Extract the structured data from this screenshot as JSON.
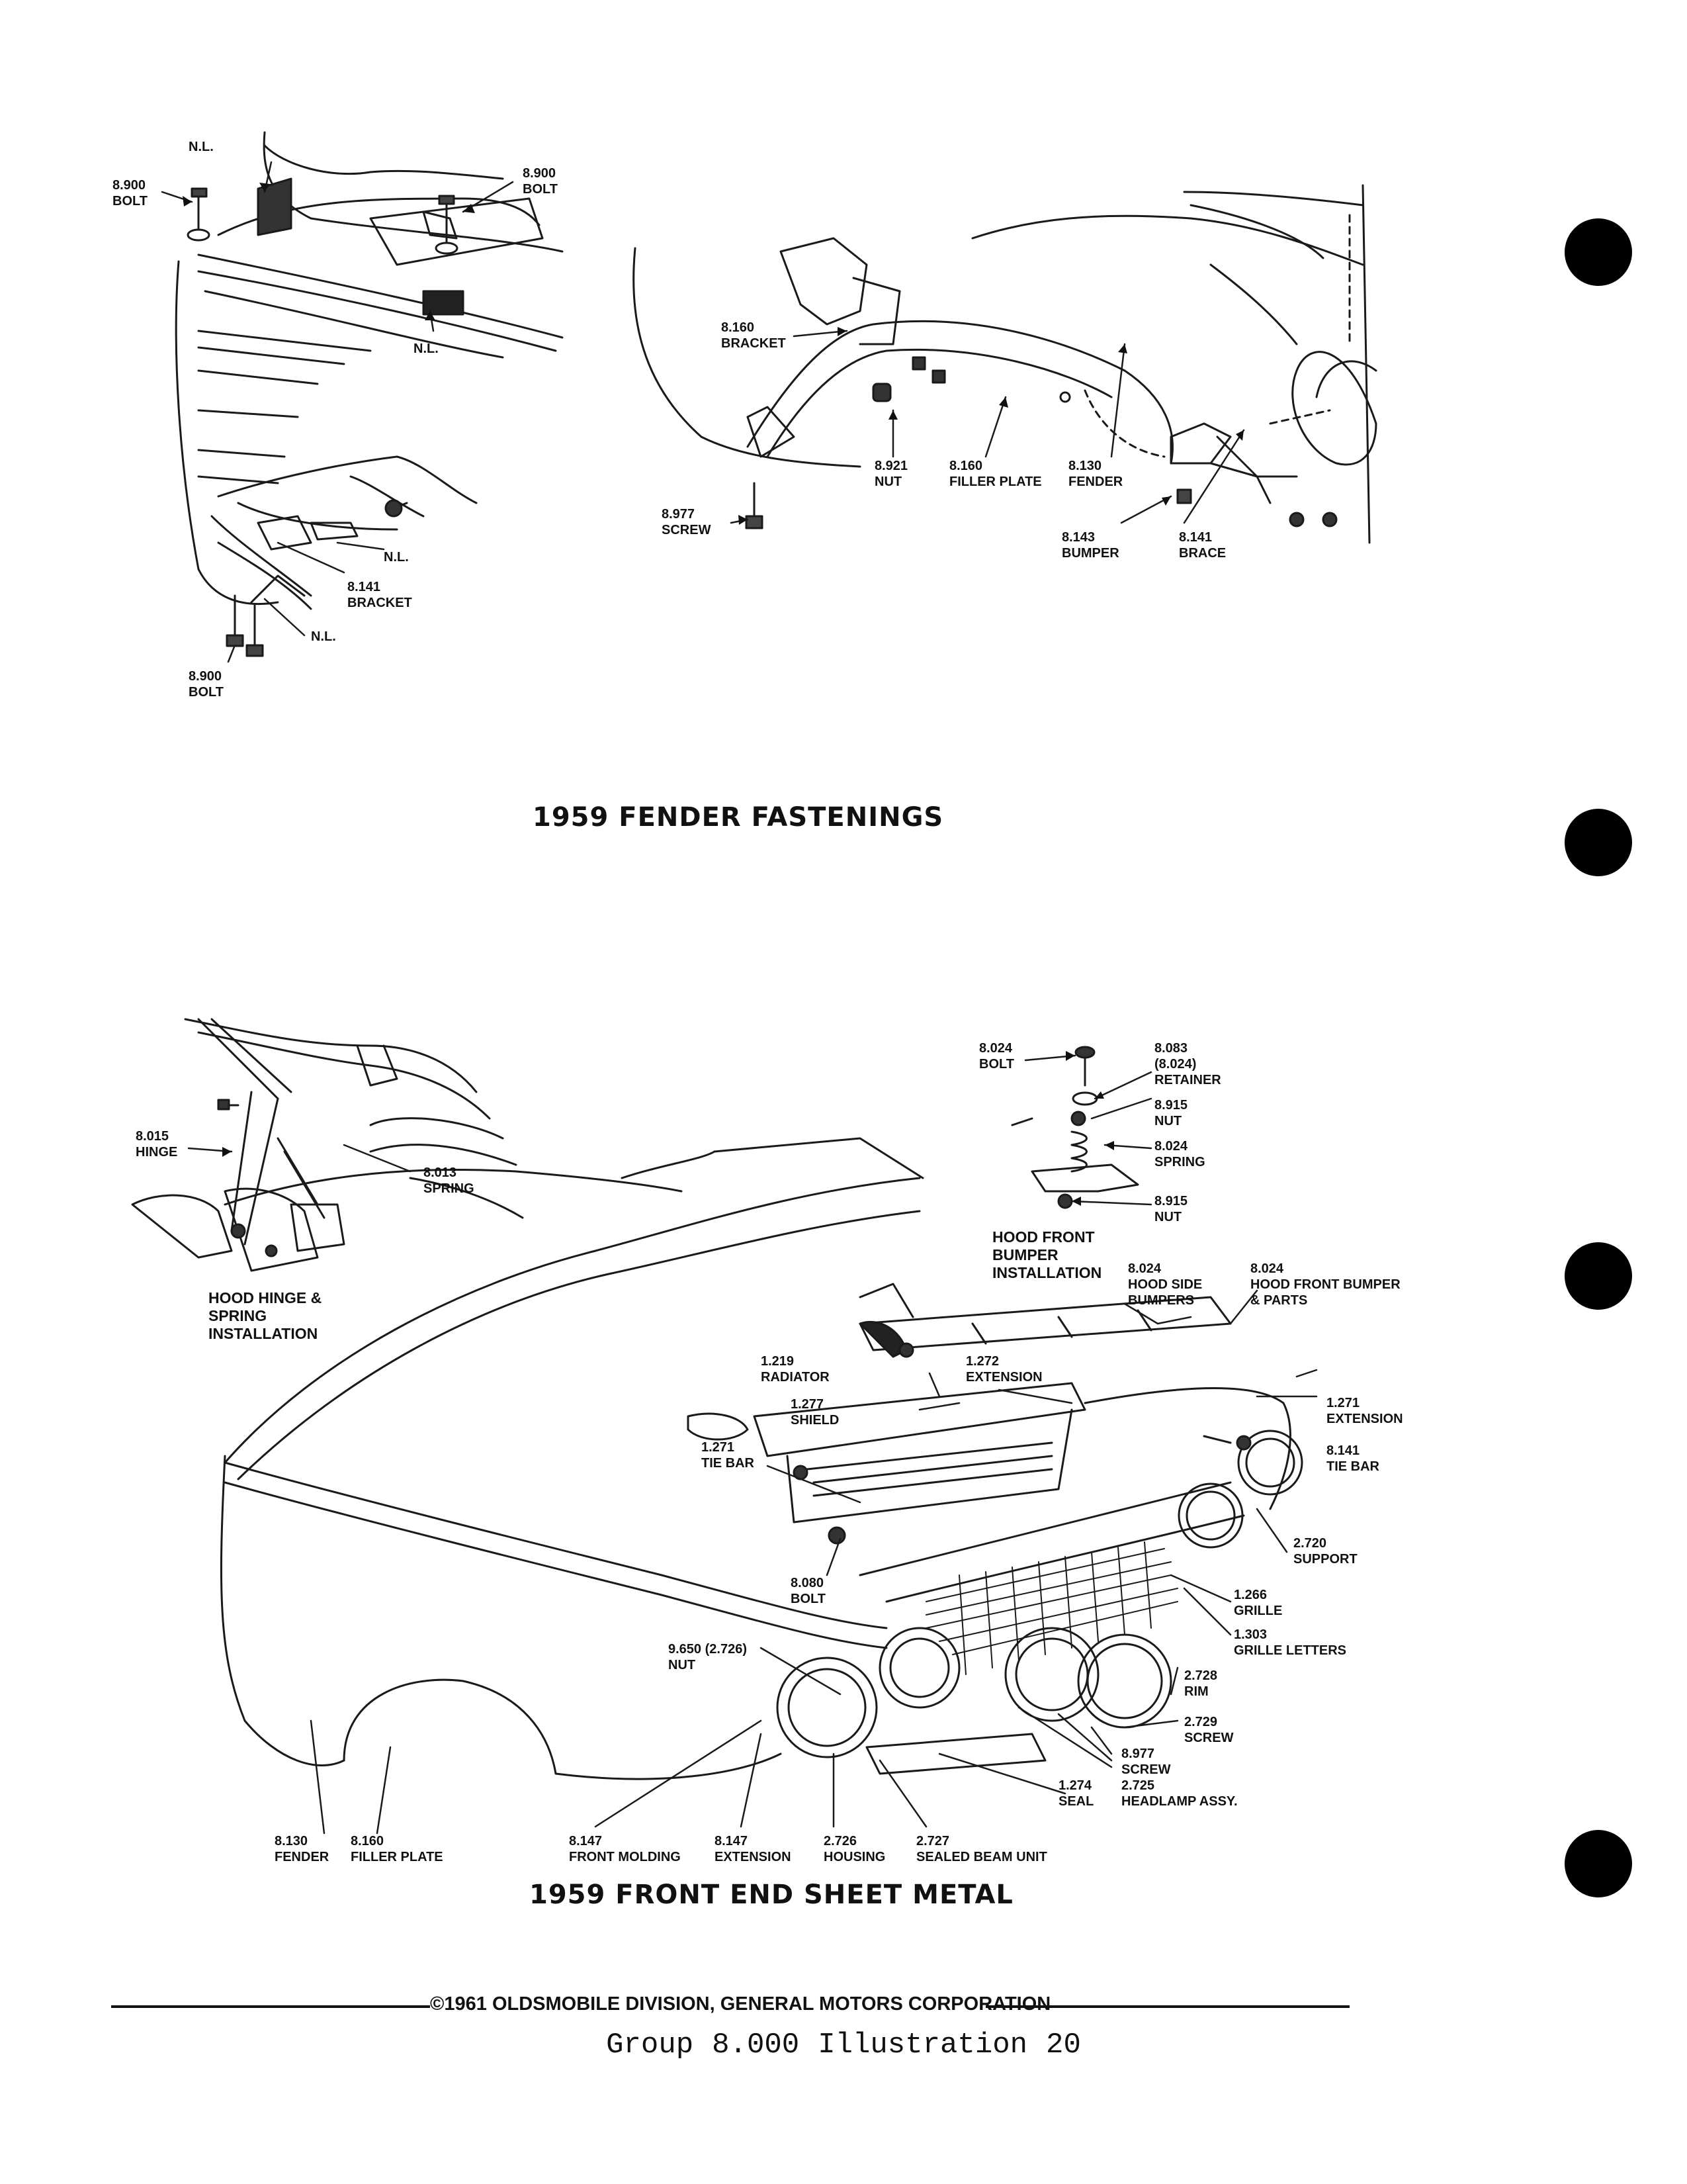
{
  "fender_fastenings": {
    "title": "1959 FENDER FASTENINGS",
    "labels": {
      "nl_top": "N.L.",
      "bolt_left_num": "8.900",
      "bolt_left_name": "BOLT",
      "bolt_right_num": "8.900",
      "bolt_right_name": "BOLT",
      "nl_mid": "N.L.",
      "nl_lower1": "N.L.",
      "bracket_lower_num": "8.141",
      "bracket_lower_name": "BRACKET",
      "nl_lower2": "N.L.",
      "bolt_bottom_num": "8.900",
      "bolt_bottom_name": "BOLT",
      "bracket_num": "8.160",
      "bracket_name": "BRACKET",
      "nut_num": "8.921",
      "nut_name": "NUT",
      "filler_num": "8.160",
      "filler_name": "FILLER PLATE",
      "fender_num": "8.130",
      "fender_name": "FENDER",
      "screw_num": "8.977",
      "screw_name": "SCREW",
      "bumper_num": "8.143",
      "bumper_name": "BUMPER",
      "brace_num": "8.141",
      "brace_name": "BRACE"
    }
  },
  "front_end": {
    "title": "1959 FRONT END SHEET METAL",
    "hinge_inset": {
      "hinge_num": "8.015",
      "hinge_name": "HINGE",
      "spring_num": "8.013",
      "spring_name": "SPRING",
      "caption_1": "HOOD HINGE &",
      "caption_2": "SPRING",
      "caption_3": "INSTALLATION"
    },
    "bumper_inset": {
      "bolt_num": "8.024",
      "bolt_name": "BOLT",
      "retainer_num": "8.083",
      "retainer_ref": "(8.024)",
      "retainer_name": "RETAINER",
      "nut1_num": "8.915",
      "nut1_name": "NUT",
      "spring_num": "8.024",
      "spring_name": "SPRING",
      "nut2_num": "8.915",
      "nut2_name": "NUT",
      "caption_1": "HOOD FRONT",
      "caption_2": "BUMPER",
      "caption_3": "INSTALLATION"
    },
    "labels": {
      "side_bumpers_num": "8.024",
      "side_bumpers_1": "HOOD SIDE",
      "side_bumpers_2": "BUMPERS",
      "front_bumper_num": "8.024",
      "front_bumper_1": "HOOD FRONT BUMPER",
      "front_bumper_2": "& PARTS",
      "radiator_num": "1.219",
      "radiator_name": "RADIATOR",
      "extension_num": "1.272",
      "extension_name": "EXTENSION",
      "shield_num": "1.277",
      "shield_name": "SHIELD",
      "ext_right_num": "1.271",
      "ext_right_name": "EXTENSION",
      "tiebar_left_num": "1.271",
      "tiebar_left_name": "TIE BAR",
      "tiebar_right_num": "8.141",
      "tiebar_right_name": "TIE BAR",
      "support_num": "2.720",
      "support_name": "SUPPORT",
      "bolt_num": "8.080",
      "bolt_name": "BOLT",
      "grille_num": "1.266",
      "grille_name": "GRILLE",
      "letters_num": "1.303",
      "letters_name": "GRILLE LETTERS",
      "nut_num": "9.650 (2.726)",
      "nut_name": "NUT",
      "rim_num": "2.728",
      "rim_name": "RIM",
      "screw_num": "2.729",
      "screw_name": "SCREW",
      "screw2_num": "8.977",
      "screw2_name": "SCREW",
      "headlamp_num": "2.725",
      "headlamp_name": "HEADLAMP ASSY.",
      "seal_num": "1.274",
      "seal_name": "SEAL",
      "fender_num": "8.130",
      "fender_name": "FENDER",
      "filler_num": "8.160",
      "filler_name": "FILLER PLATE",
      "molding_num": "8.147",
      "molding_name": "FRONT MOLDING",
      "ext_num": "8.147",
      "ext_name": "EXTENSION",
      "housing_num": "2.726",
      "housing_name": "HOUSING",
      "sealed_num": "2.727",
      "sealed_name": "SEALED BEAM UNIT"
    }
  },
  "footer": {
    "copyright": "©1961 OLDSMOBILE DIVISION, GENERAL MOTORS CORPORATION",
    "group_label": "Group",
    "group_value": "8.000",
    "illustration_label": "Illustration",
    "illustration_value": "20"
  }
}
